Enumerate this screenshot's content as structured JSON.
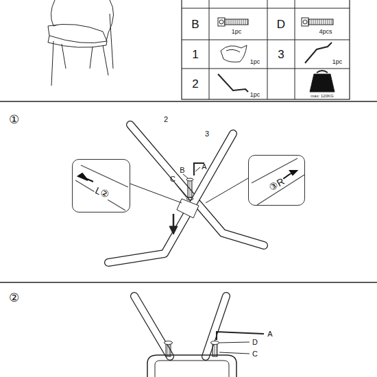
{
  "diagram": {
    "nodes": [
      {
        "text": [
          "L②"
        ]
      },
      {
        "text": [
          "③R"
        ]
      }
    ],
    "labels": [
      "B",
      "1pc",
      "D",
      "4pcs",
      "1",
      "1pc",
      "3",
      "1pc",
      "2",
      "1pc",
      "max: 120KG",
      "①",
      "2",
      "3",
      "B",
      "C",
      "A",
      "②",
      "A",
      "D",
      "C"
    ]
  }
}
